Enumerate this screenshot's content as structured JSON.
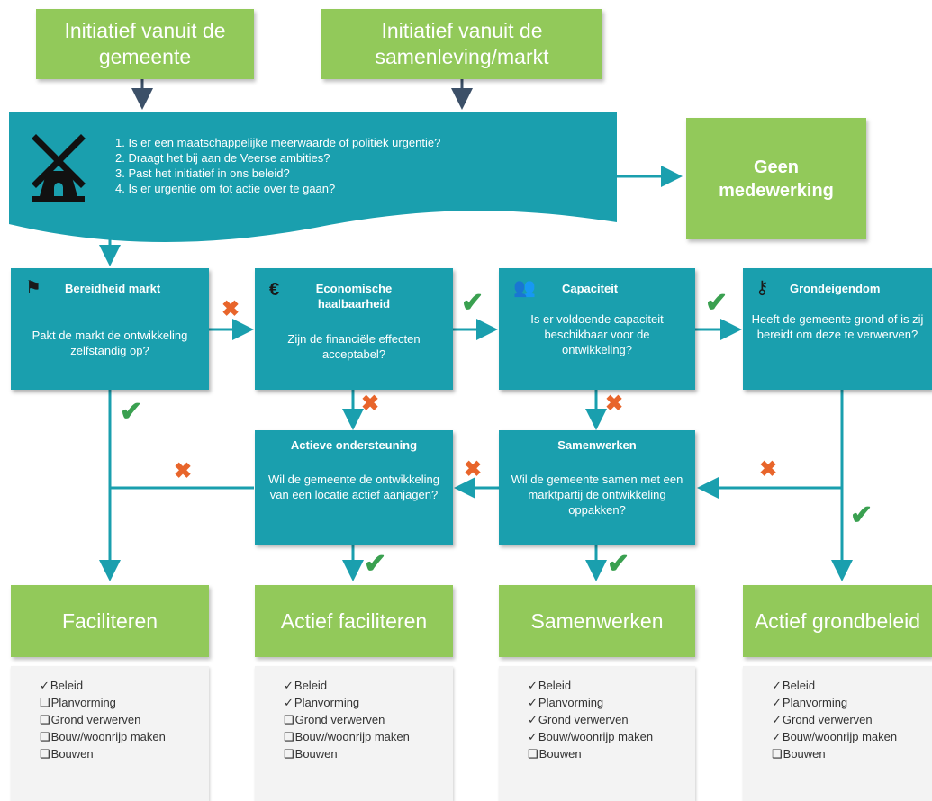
{
  "initiatives": {
    "gemeente": "Initiatief vanuit de gemeente",
    "samenleving": "Initiatief vanuit de samenleving/markt"
  },
  "main_check": {
    "questions": [
      "1. Is er een maatschappelijke meerwaarde of politiek urgentie?",
      "2. Draagt het bij aan de Veerse ambities?",
      "3. Past het initiatief in ons beleid?",
      "4. Is er urgentie om tot actie over te gaan?"
    ],
    "icon": "windmill-icon"
  },
  "geen": "Geen medewerking",
  "questions": {
    "markt": {
      "title": "Bereidheid markt",
      "text": "Pakt de markt de ontwikkeling zelfstandig op?",
      "icon": "flag-icon"
    },
    "econ": {
      "title": "Economische haalbaarheid",
      "text": "Zijn de financiële effecten acceptabel?",
      "icon": "euro-icon"
    },
    "capaciteit": {
      "title": "Capaciteit",
      "text": "Is er voldoende capaciteit beschikbaar voor de ontwikkeling?",
      "icon": "people-icon"
    },
    "grond": {
      "title": "Grondeigendom",
      "text": "Heeft de gemeente grond of is zij bereidt om deze te verwerven?",
      "icon": "key-icon"
    },
    "actieve": {
      "title": "Actieve ondersteuning",
      "text": "Wil de gemeente de ontwikkeling van een locatie actief aanjagen?"
    },
    "samen": {
      "title": "Samenwerken",
      "text": "Wil de gemeente samen met een marktpartij de ontwikkeling oppakken?"
    }
  },
  "outcomes": [
    "Faciliteren",
    "Actief faciliteren",
    "Samenwerken",
    "Actief grondbeleid"
  ],
  "checklists": [
    {
      "items": [
        "Beleid",
        "Planvorming",
        "Grond verwerven",
        "Bouw/woonrijp maken",
        "Bouwen"
      ],
      "done": [
        true,
        false,
        false,
        false,
        false
      ]
    },
    {
      "items": [
        "Beleid",
        "Planvorming",
        "Grond verwerven",
        "Bouw/woonrijp maken",
        "Bouwen"
      ],
      "done": [
        true,
        true,
        false,
        false,
        false
      ]
    },
    {
      "items": [
        "Beleid",
        "Planvorming",
        "Grond verwerven",
        "Bouw/woonrijp maken",
        "Bouwen"
      ],
      "done": [
        true,
        true,
        true,
        true,
        false
      ]
    },
    {
      "items": [
        "Beleid",
        "Planvorming",
        "Grond verwerven",
        "Bouw/woonrijp maken",
        "Bouwen"
      ],
      "done": [
        true,
        true,
        true,
        true,
        false
      ]
    }
  ],
  "colors": {
    "green": "#92c95a",
    "teal": "#1a9fae",
    "cross": "#e8652b",
    "check": "#3aa050"
  },
  "symbols": {
    "check": "✓",
    "box": "❑",
    "cross": "✖",
    "tick": "✔"
  }
}
